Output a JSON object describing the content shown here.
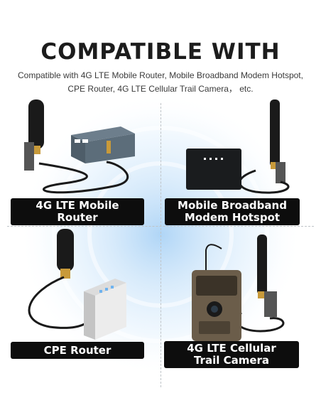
{
  "header": {
    "title": "COMPATIBLE WITH",
    "subtitle_line1": "Compatible with 4G LTE Mobile Router, Mobile Broadband Modem Hotspot,",
    "subtitle_line2": "CPE Router, 4G LTE Cellular Trail Camera， etc."
  },
  "panels": [
    {
      "label_line1": "4G LTE Mobile",
      "label_line2": "Router"
    },
    {
      "label_line1": "Mobile Broadband",
      "label_line2": "Modem Hotspot"
    },
    {
      "label_line1": "CPE Router"
    },
    {
      "label_line1": "4G LTE Cellular",
      "label_line2": "Trail Camera"
    }
  ],
  "colors": {
    "label_bg": "#0d0d0d",
    "label_text": "#ffffff",
    "glow": "#cfe6fb",
    "antenna": "#1a1a1a",
    "brass": "#c89a3a"
  }
}
